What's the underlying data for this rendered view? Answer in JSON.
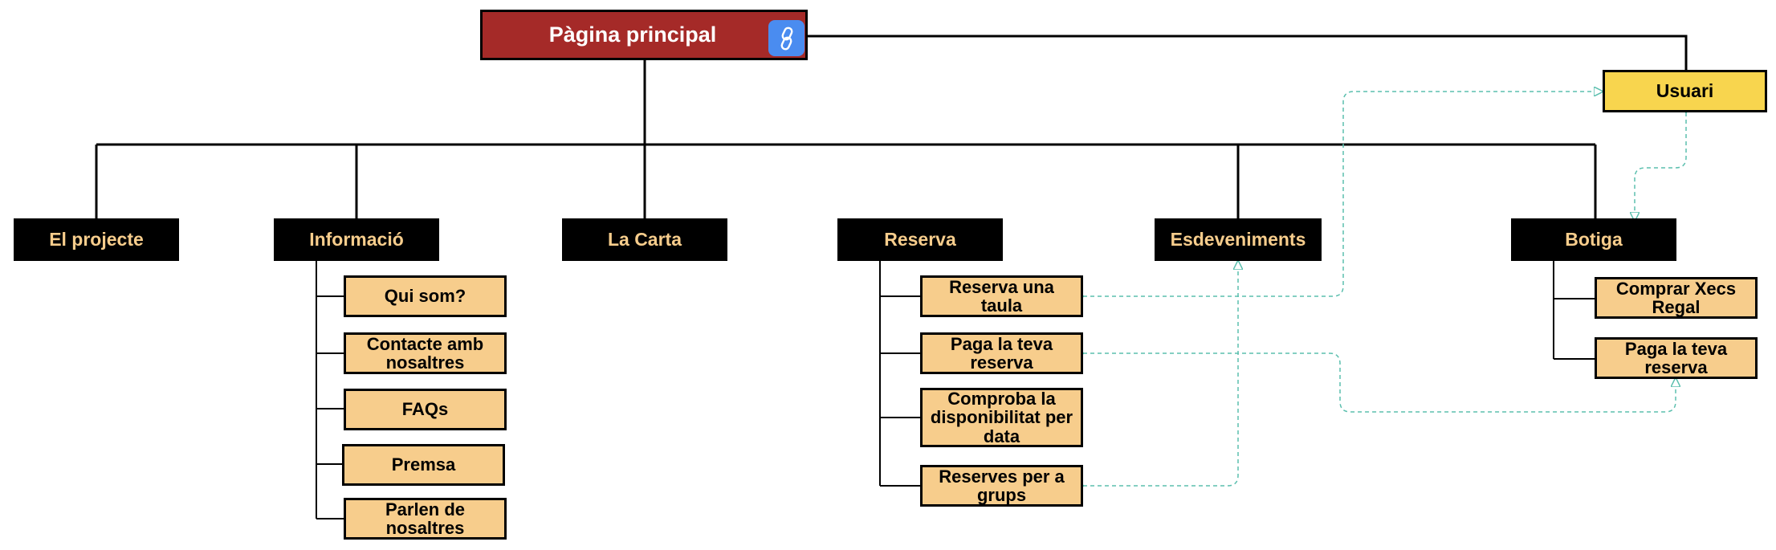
{
  "root": {
    "label": "Pàgina principal",
    "link_icon": "link-icon"
  },
  "user": {
    "label": "Usuari"
  },
  "sections": {
    "projecte": {
      "label": "El projecte"
    },
    "informacio": {
      "label": "Informació",
      "items": [
        "Qui som?",
        "Contacte amb nosaltres",
        "FAQs",
        "Premsa",
        "Parlen de nosaltres"
      ]
    },
    "carta": {
      "label": "La Carta"
    },
    "reserva": {
      "label": "Reserva",
      "items": [
        "Reserva una taula",
        "Paga la teva reserva",
        "Comproba la disponibilitat per data",
        "Reserves per a grups"
      ]
    },
    "esdeveniments": {
      "label": "Esdeveniments"
    },
    "botiga": {
      "label": "Botiga",
      "items": [
        "Comprar Xecs Regal",
        "Paga la teva reserva"
      ]
    }
  },
  "colors": {
    "root_fill": "#a52a28",
    "section_fill": "#000000",
    "section_text": "#f7cd8c",
    "subpage_fill": "#f7cd8c",
    "user_fill": "#f8d54e",
    "link_button": "#4a8cf0",
    "dashed_connector": "#5bbfae"
  }
}
